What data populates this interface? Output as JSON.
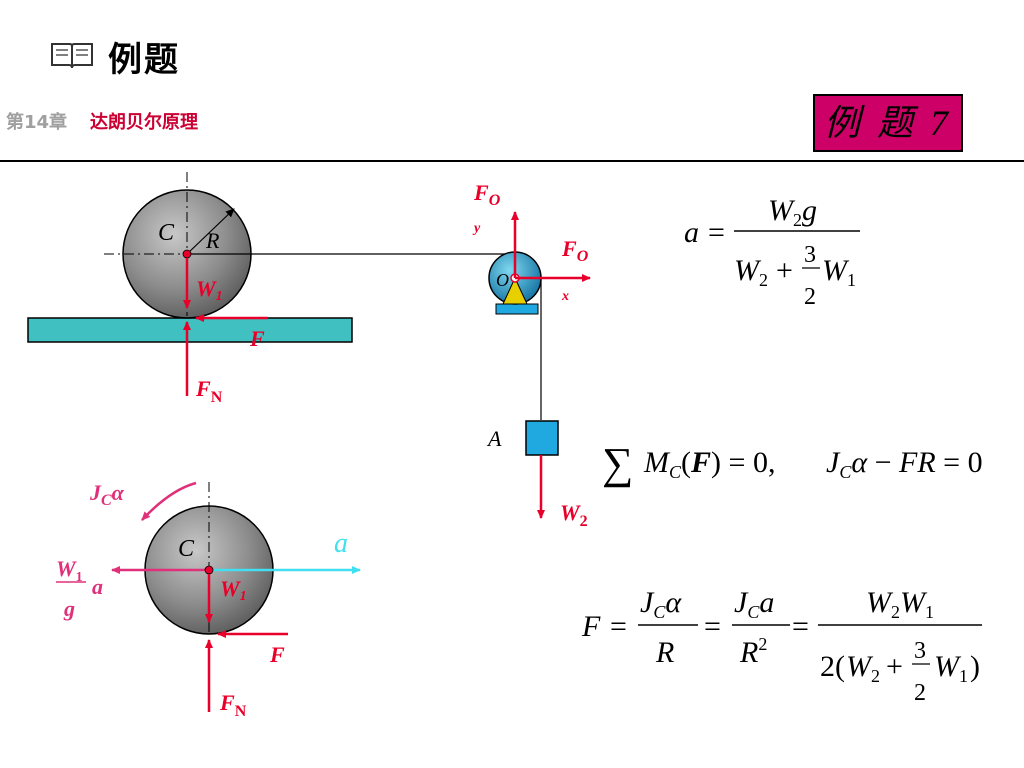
{
  "header": {
    "title": "例题",
    "chapter_label": "第14章",
    "chapter_title": "达朗贝尔原理",
    "badge": "例  题 7"
  },
  "icons": {
    "title_icon": "open-book-icon"
  },
  "colors": {
    "force_red": "#e8002a",
    "inertia_pink": "#e0307a",
    "accel_cyan": "#40e0f0",
    "badge_bg": "#cc0066",
    "rail_teal": "#40c0c0",
    "block_blue": "#20a8e0"
  },
  "diagram_top": {
    "center_label": "C",
    "radius_label": "R",
    "weight_label": "W",
    "weight_sub": "1",
    "friction_label": "F",
    "normal_label": "F",
    "normal_sub": "N",
    "pulley_label": "O",
    "foy_label": "F",
    "foy_sub": "O",
    "foy_subsub": "y",
    "fox_label": "F",
    "fox_sub": "O",
    "fox_subsub": "x",
    "block_label": "A",
    "w2_label": "W",
    "w2_sub": "2"
  },
  "diagram_bottom": {
    "center_label": "C",
    "moment_label": "J",
    "moment_sub": "C",
    "moment_alpha": "α",
    "accel_label": "a",
    "inertia_num": "W",
    "inertia_num_sub": "1",
    "inertia_den": "g",
    "inertia_a": "a",
    "weight_label": "W",
    "weight_sub": "1",
    "friction_label": "F",
    "normal_label": "F",
    "normal_sub": "N"
  },
  "equations": {
    "eq1": "a = W₂g / (W₂ + (3/2)W₁)",
    "eq2": "∑M_C(F) = 0,  J_Cα − FR = 0",
    "eq3": "F = J_Cα / R = J_C a / R² = W₂W₁ / 2(W₂ + (3/2)W₁)"
  }
}
